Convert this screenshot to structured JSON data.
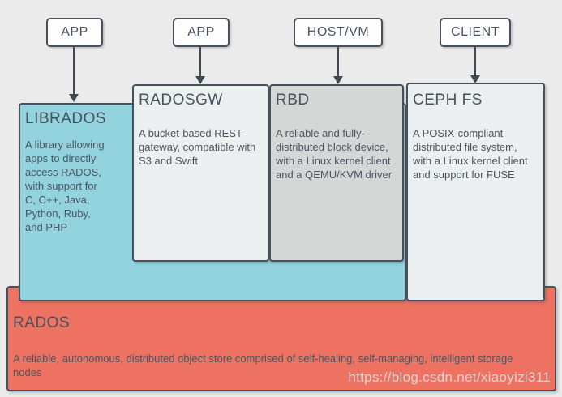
{
  "diagram": {
    "top_nodes": [
      {
        "id": "app1",
        "label": "APP"
      },
      {
        "id": "app2",
        "label": "APP"
      },
      {
        "id": "hostvm",
        "label": "HOST/VM"
      },
      {
        "id": "client",
        "label": "CLIENT"
      }
    ],
    "layers": {
      "librados": {
        "title": "LIBRADOS",
        "description": "A library allowing\napps to directly\naccess RADOS,\nwith support for\nC, C++, Java,\nPython, Ruby,\nand PHP"
      },
      "radosgw": {
        "title": "RADOSGW",
        "description": "A bucket-based REST\ngateway, compatible with\nS3 and Swift"
      },
      "rbd": {
        "title": "RBD",
        "description": "A reliable and fully-\ndistributed block device,\nwith a Linux kernel client\nand a QEMU/KVM driver"
      },
      "cephfs": {
        "title": "CEPH FS",
        "description": "A POSIX-compliant\ndistributed file system,\nwith a Linux kernel client\nand support for FUSE"
      },
      "rados": {
        "title": "RADOS",
        "description": "A reliable, autonomous, distributed object store comprised of self-healing, self-managing, intelligent storage\nnodes"
      }
    },
    "watermark": "https://blog.csdn.net/xiaoyizi311",
    "colors": {
      "background": "#ebebeb",
      "node_fill": "#fdfdfd",
      "border": "#46515c",
      "arrow": "#3e4954",
      "librados_fill": "#92d3de",
      "radosgw_fill": "#eceff0",
      "rbd_fill": "#d5d7d7",
      "cephfs_fill": "#eceff0",
      "rados_fill": "#ee7262",
      "text": "#4a5561",
      "watermark_text": "#dee3e7"
    }
  }
}
